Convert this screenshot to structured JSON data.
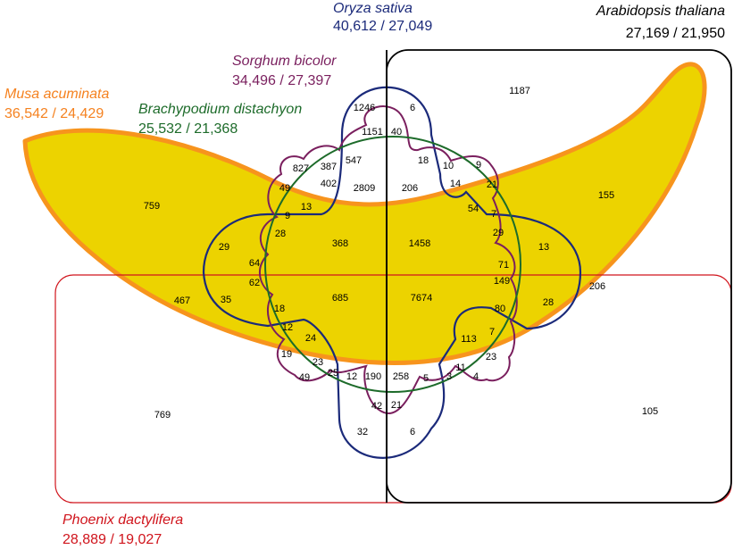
{
  "species": {
    "oryza": {
      "name": "Oryza sativa",
      "counts": "40,612 / 27,049",
      "color": "#1b2a7a"
    },
    "arabidopsis": {
      "name": "Arabidopsis thaliana",
      "counts": "27,169 / 21,950",
      "color": "#000000"
    },
    "sorghum": {
      "name": "Sorghum bicolor",
      "counts": "34,496 / 27,397",
      "color": "#7a1f5e"
    },
    "musa": {
      "name": "Musa acuminata",
      "counts": "36,542 / 24,429",
      "color": "#f58220"
    },
    "brachypodium": {
      "name": "Brachypodium distachyon",
      "counts": "25,532 / 21,368",
      "color": "#1d6b2a"
    },
    "phoenix": {
      "name": "Phoenix dactylifera",
      "counts": "28,889 / 19,027",
      "color": "#d0141c"
    }
  },
  "banana_fill_color": "#ecd300",
  "banana_outline_color": "#f7941d",
  "regions": {
    "r1187": "1187",
    "r1246": "1246",
    "r6a": "6",
    "r1151": "1151",
    "r40": "40",
    "r18a": "18",
    "r10": "10",
    "r9a": "9",
    "r827": "827",
    "r387": "387",
    "r547": "547",
    "r402": "402",
    "r2809": "2809",
    "r206a": "206",
    "r14": "14",
    "r21a": "21",
    "r759": "759",
    "r49a": "49",
    "r13a": "13",
    "r54": "54",
    "r7a": "7",
    "r155": "155",
    "r9b": "9",
    "r28a": "28",
    "r29a": "29",
    "r29b": "29",
    "r368": "368",
    "r1458": "1458",
    "r13b": "13",
    "r64": "64",
    "r71": "71",
    "r149": "149",
    "r62": "62",
    "r206b": "206",
    "r467": "467",
    "r35": "35",
    "r685": "685",
    "r7674": "7674",
    "r28b": "28",
    "r18b": "18",
    "r80": "80",
    "r12a": "12",
    "r24": "24",
    "r7b": "7",
    "r113": "113",
    "r19": "19",
    "r23a": "23",
    "r23b": "23",
    "r25": "25",
    "r11": "11",
    "r49b": "49",
    "r12b": "12",
    "r190": "190",
    "r258": "258",
    "r5": "5",
    "r3": "3",
    "r4": "4",
    "r769": "769",
    "r42": "42",
    "r21b": "21",
    "r105": "105",
    "r32": "32",
    "r6b": "6"
  }
}
